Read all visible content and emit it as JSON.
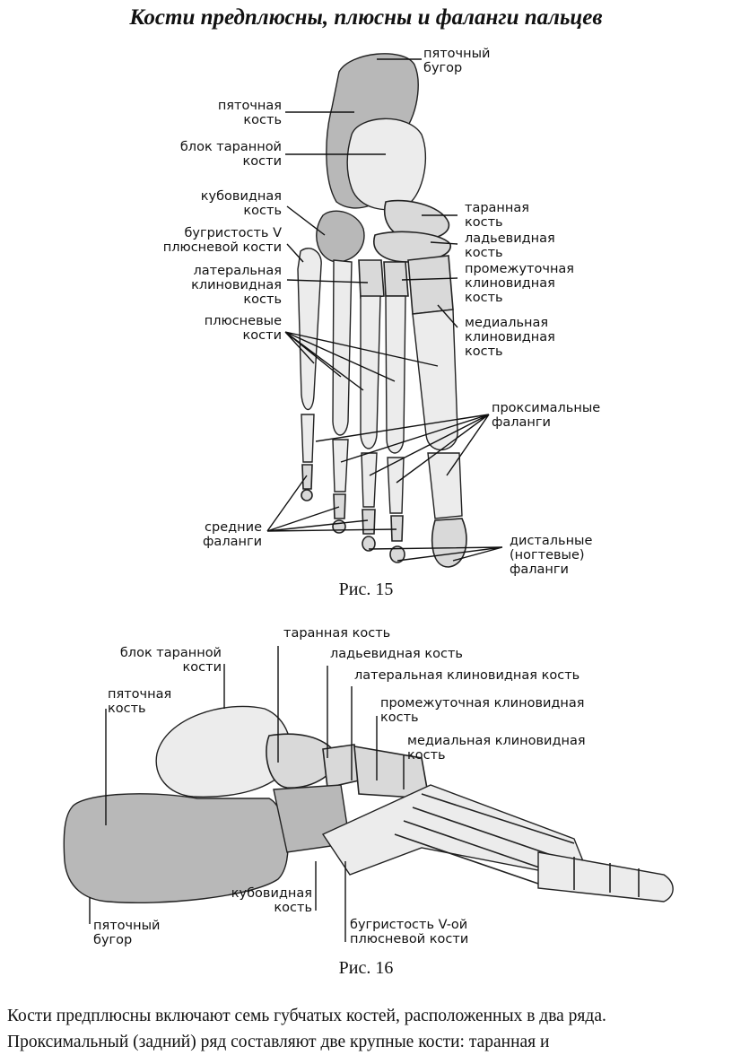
{
  "document": {
    "title": "Кости предплюсны, плюсны и фаланги пальцев",
    "paragraph_lines": [
      "Кости предплюсны включают семь губчатых костей, расположенных в два ряда.",
      "Проксимальный (задний) ряд составляют две крупные кости: таранная и"
    ]
  },
  "figure15": {
    "caption": "Рис. 15",
    "labels": {
      "calcaneal_tuber": [
        "пяточный",
        "бугор"
      ],
      "calcaneus": [
        "пяточная",
        "кость"
      ],
      "talus_trochlea": [
        "блок таранной",
        "кости"
      ],
      "cuboid": [
        "кубовидная",
        "кость"
      ],
      "tuberosity_v": [
        "бугристость V",
        "плюсневой кости"
      ],
      "lateral_cuneiform": [
        "латеральная",
        "клиновидная",
        "кость"
      ],
      "metatarsals": [
        "плюсневые",
        "кости"
      ],
      "middle_phalanges": [
        "средние",
        "фаланги"
      ],
      "talus": [
        "таранная",
        "кость"
      ],
      "navicular": [
        "ладьевидная",
        "кость"
      ],
      "intermediate_cuneiform": [
        "промежуточная",
        "клиновидная",
        "кость"
      ],
      "medial_cuneiform": [
        "медиальная",
        "клиновидная",
        "кость"
      ],
      "proximal_phalanges": [
        "проксимальные",
        "фаланги"
      ],
      "distal_phalanges": [
        "дистальные",
        "(ногтевые)",
        "фаланги"
      ]
    }
  },
  "figure16": {
    "caption": "Рис. 16",
    "labels": {
      "talus": "таранная кость",
      "navicular": "ладьевидная кость",
      "lateral_cuneiform": "латеральная клиновидная кость",
      "intermediate_cuneiform": [
        "промежуточная клиновидная",
        "кость"
      ],
      "medial_cuneiform": [
        "медиальная клиновидная",
        "кость"
      ],
      "talus_trochlea": [
        "блок таранной",
        "кости"
      ],
      "calcaneus": [
        "пяточная",
        "кость"
      ],
      "cuboid": [
        "кубовидная",
        "кость"
      ],
      "tuberosity_v": [
        "бугристость V-ой",
        "плюсневой кости"
      ],
      "calcaneal_tuber": [
        "пяточный",
        "бугор"
      ]
    }
  }
}
